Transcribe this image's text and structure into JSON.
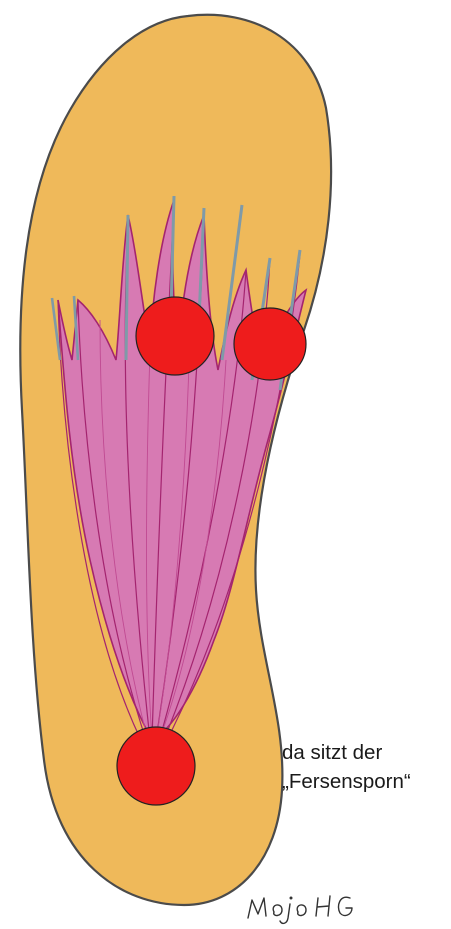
{
  "caption": {
    "line1": "da sitzt der",
    "line2": "„Fersensporn“"
  },
  "signature": "Mojo HG",
  "colors": {
    "background": "#ffffff",
    "insole_fill": "#efb95a",
    "insole_outline": "#4b4b4b",
    "fascia_fill": "#d77ab3",
    "fascia_stroke": "#a4246f",
    "tendon_tip": "#7f9aa8",
    "marker": "#ee1c1c"
  },
  "icons": {
    "marker": "red-circle"
  }
}
